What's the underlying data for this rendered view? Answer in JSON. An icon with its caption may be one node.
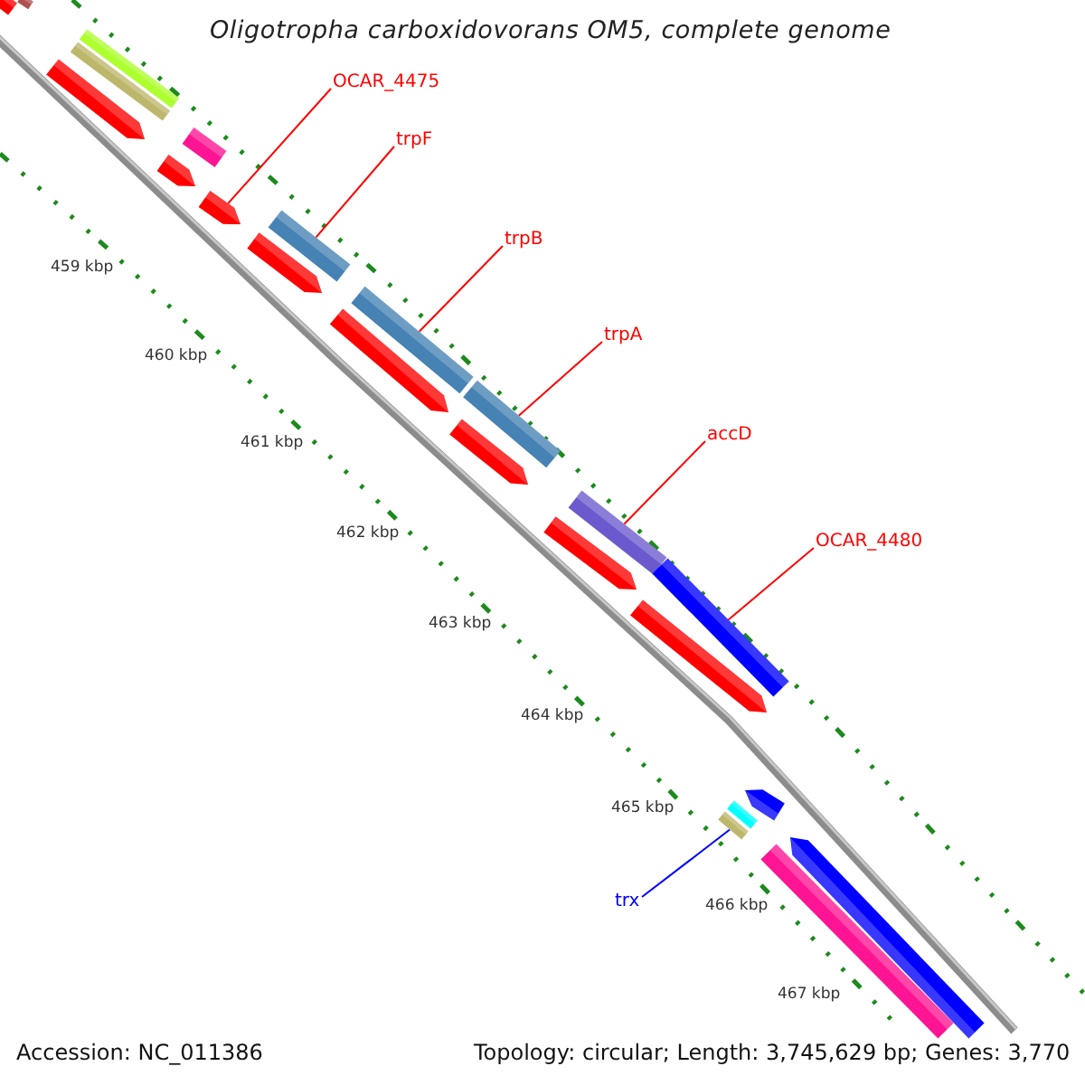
{
  "diagram": {
    "title": "Oligotropha carboxidovorans OM5, complete genome",
    "nodes": [
      {
        "text": [
          "OCAR_4475"
        ]
      },
      {
        "text": [
          "trpF"
        ]
      },
      {
        "text": [
          "trpB"
        ]
      },
      {
        "text": [
          "trpA"
        ]
      },
      {
        "text": [
          "accD"
        ]
      },
      {
        "text": [
          "OCAR_4480"
        ]
      },
      {
        "text": [
          "trx"
        ]
      },
      {
        "text": [],
        "shape": "bar"
      },
      {
        "text": [],
        "shape": "bar"
      },
      {
        "text": [],
        "shape": "arrow"
      },
      {
        "text": [],
        "shape": "bar"
      },
      {
        "text": [],
        "shape": "bar"
      },
      {
        "text": [],
        "shape": "arrow"
      },
      {
        "text": [],
        "shape": "bar"
      },
      {
        "text": [],
        "shape": "arrow"
      },
      {
        "text": [],
        "shape": "arrow"
      },
      {
        "text": [],
        "shape": "bar"
      },
      {
        "text": [],
        "shape": "arrow"
      },
      {
        "text": [],
        "shape": "bar"
      },
      {
        "text": [],
        "shape": "arrow"
      },
      {
        "text": [],
        "shape": "bar"
      },
      {
        "text": [],
        "shape": "arrow"
      },
      {
        "text": [],
        "shape": "bar"
      },
      {
        "text": [],
        "shape": "arrow"
      },
      {
        "text": [],
        "shape": "bar"
      },
      {
        "text": [],
        "shape": "bar"
      },
      {
        "text": [],
        "shape": "bar"
      },
      {
        "text": [],
        "shape": "arrow"
      },
      {
        "text": [],
        "shape": "bar"
      },
      {
        "text": [],
        "shape": "arrow"
      }
    ],
    "edges": [
      {
        "from": 0,
        "to": 14,
        "arrow": "none"
      },
      {
        "from": 1,
        "to": 16,
        "arrow": "none"
      },
      {
        "from": 2,
        "to": 18,
        "arrow": "none"
      },
      {
        "from": 3,
        "to": 20,
        "arrow": "none"
      },
      {
        "from": 4,
        "to": 22,
        "arrow": "none"
      },
      {
        "from": 5,
        "to": 24,
        "arrow": "none"
      },
      {
        "from": 6,
        "to": 25,
        "arrow": "none",
        "color": "#0000ff"
      }
    ],
    "labels": [
      "459 kbp",
      "460 kbp",
      "461 kbp",
      "462 kbp",
      "463 kbp",
      "464 kbp",
      "465 kbp",
      "466 kbp",
      "467 kbp",
      "Accession: NC_011386",
      "Topology: circular; Length: 3,745,629 bp; Genes: 3,770"
    ]
  }
}
